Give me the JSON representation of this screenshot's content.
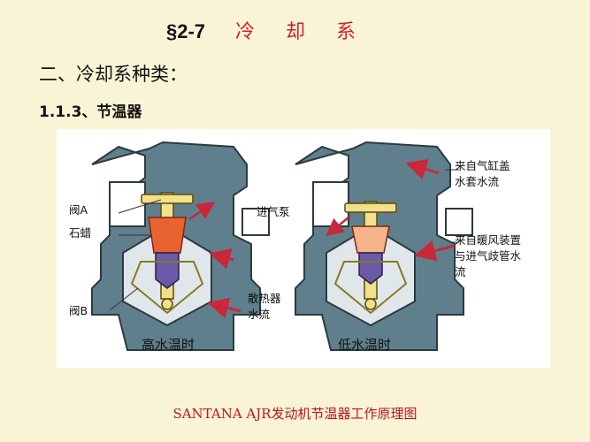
{
  "slide": {
    "title_num": "§2-7",
    "title_cn": "冷 却 系",
    "section_heading": "二、冷却系种类：",
    "subsection_heading": "1.1.3、节温器",
    "caption": "SANTANA AJR发动机节温器工作原理图"
  },
  "diagram": {
    "labels": {
      "valve_a": "阀A",
      "paraffin": "石蜡",
      "valve_b": "阀B",
      "radiator_flow_1": "散热器",
      "radiator_flow_2": "水流",
      "intake_pump": "进气泵",
      "from_cylinder_cover_1": "来自气缸盖",
      "from_cylinder_cover_2": "水套水流",
      "from_heater_1": "来自暖风装置",
      "from_heater_2": "与进气歧管水",
      "from_heater_3": "流",
      "state_high": "高水温时",
      "state_low": "低水温时"
    }
  },
  "colors": {
    "housing_fill": "#5f7f8c",
    "housing_stroke": "#2c3a40",
    "valve_yellow": "#f3e08a",
    "paraffin_hot": "#e8632f",
    "piston_purple": "#6a5aa8",
    "flow_arrow": "#c8283a",
    "title_red": "#d0202a"
  }
}
